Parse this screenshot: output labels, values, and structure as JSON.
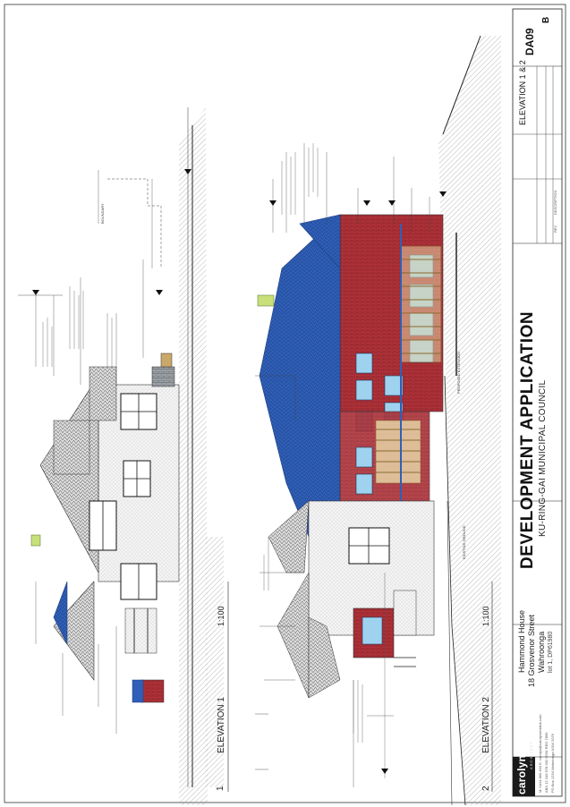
{
  "title_block": {
    "heading": "DEVELOPMENT APPLICATION",
    "council": "KU-RING-GAI MUNICIPAL COUNCIL",
    "project_name": "Hammond House",
    "street": "18 Grosvenor Street",
    "suburb": "Wahroonga",
    "lot": "lot 1, DP61980",
    "drawing_title": "ELEVATION 1 & 2",
    "drawing_number": "DA09",
    "revision": "B",
    "rev_header": "REV",
    "desc_header": "DESCRIPTION",
    "logo_name": "carolynreddick",
    "logo_tagline": "ARCHITECT",
    "footer_note_1": "M: 0414 860 404  E: carolyn@carolynreddick.com",
    "footer_note_2": "ABN 12 345 678 901  NSW REG 7890",
    "footer_note_3": "PO Box 1234 Wahroonga NSW 2076"
  },
  "views": [
    {
      "number": "1",
      "title": "ELEVATION 1",
      "scale": "1:100"
    },
    {
      "number": "2",
      "title": "ELEVATION 2",
      "scale": "1:100"
    }
  ],
  "labels": {
    "existing_ground": "EXISTING GROUND",
    "proposed_extension": "PROPOSED EXTENSION",
    "boundary": "BOUNDARY"
  },
  "colors": {
    "roof_blue": "#2f5fb8",
    "brick_red": "#b3323a",
    "timber": "#c9a86a",
    "glass": "#9fd2ef",
    "chimney_green": "#c8e07a"
  }
}
